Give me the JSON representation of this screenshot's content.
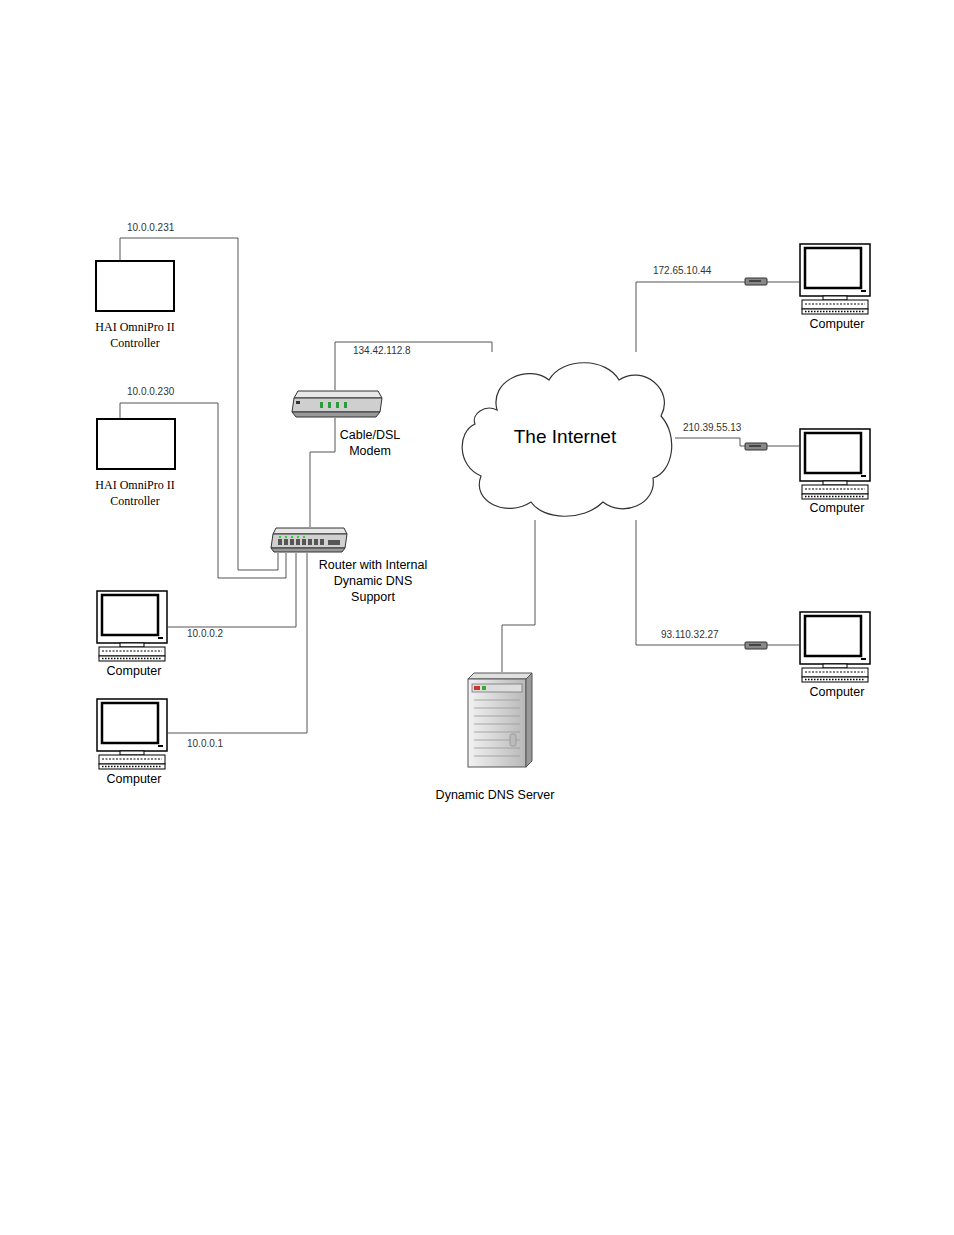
{
  "diagram": {
    "nodes": [
      {
        "text": [
          "HAI OmniPro II Controller"
        ]
      },
      {
        "text": [
          "HAI OmniPro II Controller"
        ]
      },
      {
        "text": [
          "Cable/DSL Modem"
        ]
      },
      {
        "text": [
          "Router with Internal Dynamic DNS Support"
        ]
      },
      {
        "text": [
          "Computer"
        ]
      },
      {
        "text": [
          "Computer"
        ]
      },
      {
        "text": [
          "The Internet"
        ]
      },
      {
        "text": [
          "Computer"
        ]
      },
      {
        "text": [
          "Computer"
        ]
      },
      {
        "text": [
          "Computer"
        ]
      },
      {
        "text": [
          "Dynamic DNS Server"
        ]
      }
    ],
    "edges": [
      {
        "from": 0,
        "to": 3,
        "label": "10.0.0.231",
        "arrow": "none"
      },
      {
        "from": 1,
        "to": 3,
        "label": "10.0.0.230",
        "arrow": "none"
      },
      {
        "from": 2,
        "to": 6,
        "label": "134.42.112.8",
        "arrow": "none"
      },
      {
        "from": 2,
        "to": 3,
        "arrow": "none"
      },
      {
        "from": 4,
        "to": 3,
        "label": "10.0.0.2",
        "arrow": "none"
      },
      {
        "from": 5,
        "to": 3,
        "label": "10.0.0.1",
        "arrow": "none"
      },
      {
        "from": 6,
        "to": 7,
        "label": "172.65.10.44",
        "arrow": "none"
      },
      {
        "from": 6,
        "to": 8,
        "label": "210.39.55.13",
        "arrow": "none"
      },
      {
        "from": 6,
        "to": 9,
        "label": "93.110.32.27",
        "arrow": "none"
      },
      {
        "from": 6,
        "to": 10,
        "arrow": "none"
      }
    ]
  }
}
